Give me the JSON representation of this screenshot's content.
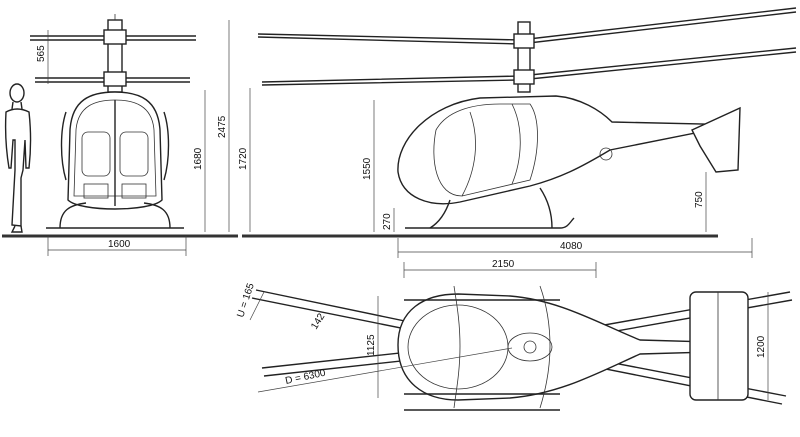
{
  "dimensions": {
    "rotor_spacing": "565",
    "track_width": "1600",
    "height_mast": "1680",
    "height_total": "2475",
    "height_side": "1720",
    "cabin_height": "1550",
    "ground_clearance": "270",
    "tail_height": "750",
    "length_total": "4080",
    "length_fuselage": "2150",
    "width_top": "1125",
    "stabilizer_span": "1200",
    "blade_angle": "U = 165",
    "blade_chord": "142",
    "rotor_diameter": "D = 6300"
  }
}
